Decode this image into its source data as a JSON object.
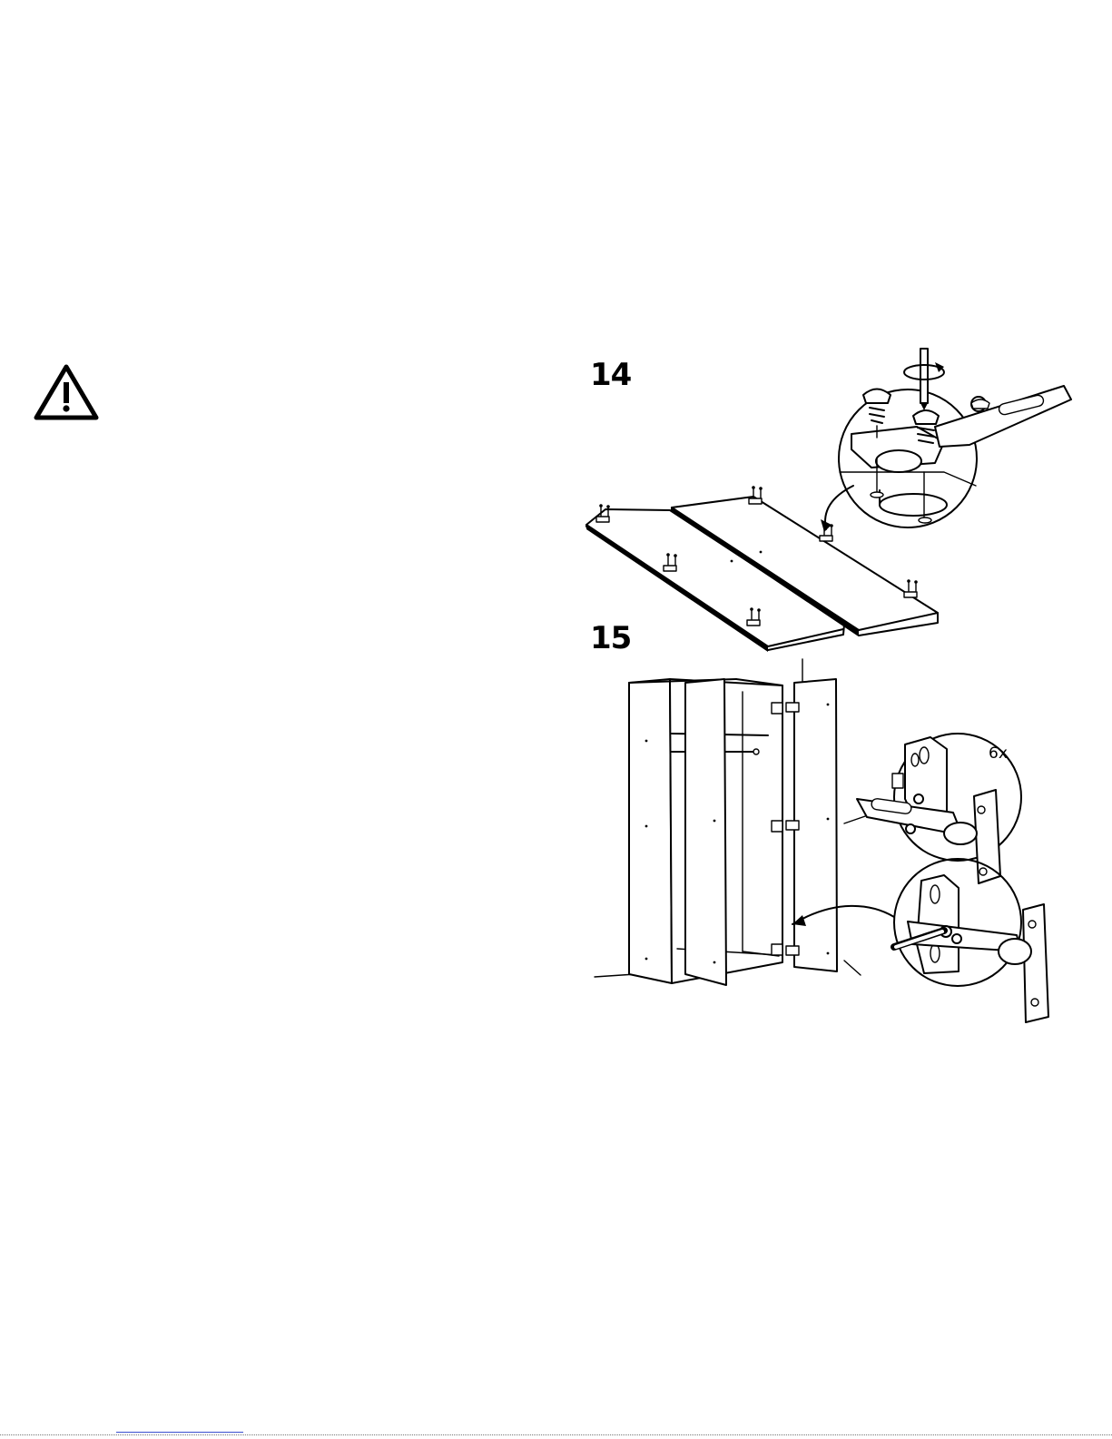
{
  "steps": [
    {
      "number": "14"
    },
    {
      "number": "15"
    }
  ],
  "callouts": {
    "quantity_label": "6x"
  },
  "icons": {
    "warning": "warning-triangle-icon",
    "rotation": "clockwise-rotation-icon"
  },
  "colors": {
    "ink": "#000000",
    "paper": "#ffffff",
    "footer_link": "#3a4fcf"
  }
}
